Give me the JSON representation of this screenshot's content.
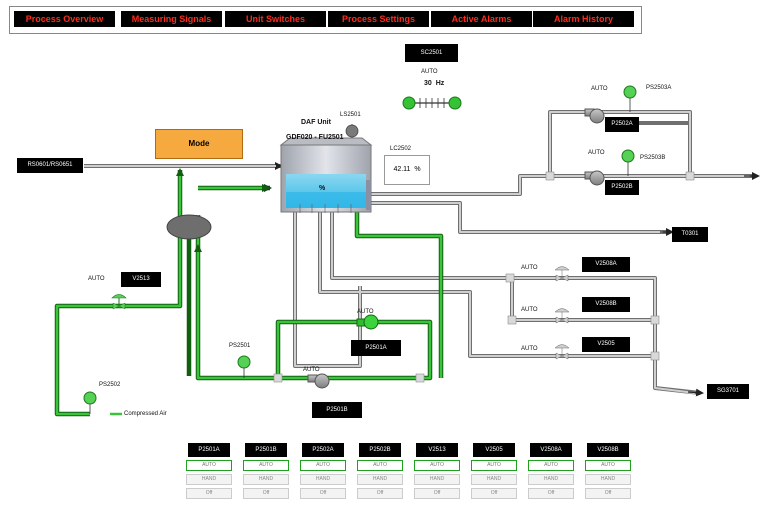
{
  "nav": {
    "items": [
      "Process Overview",
      "Measuring Signals",
      "Unit Switches",
      "Process Settings",
      "Active Alarms",
      "Alarm History"
    ]
  },
  "mode_label": "Mode",
  "unit": {
    "title_line1": "DAF Unit",
    "title_line2": "GDF020 - FU2501",
    "tank_value": "%"
  },
  "speed": {
    "tag": "SC2501",
    "mode": "AUTO",
    "value": "30",
    "unit": "Hz"
  },
  "level": {
    "switch_tag": "LS2501",
    "tag": "LC2502",
    "value": "42.11",
    "unit": "%"
  },
  "tags": {
    "rs": "RS0601/RS0651",
    "v2513": "V2513",
    "p2501a": "P2501A",
    "p2501b": "P2501B",
    "p2502a": "P2502A",
    "p2502b": "P2502B",
    "t0301": "T0301",
    "v2508a": "V2508A",
    "v2508b": "V2508B",
    "v2505": "V2505",
    "sg3701": "SG3701"
  },
  "labels": {
    "auto": "AUTO",
    "ps2501": "PS2501",
    "ps2502": "PS2502",
    "ps2503a": "PS2503A",
    "ps2503b": "PS2503B",
    "compressed_air": "Compressed Air"
  },
  "colors": {
    "active_line": "#1e8c1e",
    "inactive_line": "#8a8a8a",
    "alarm_text": "#ff2a1a",
    "mode_fill": "#f6a93e"
  },
  "switch_panels": [
    {
      "tag": "P2501A",
      "options": [
        "AUTO",
        "HAND",
        "Off"
      ],
      "selected": "AUTO"
    },
    {
      "tag": "P2501B",
      "options": [
        "AUTO",
        "HAND",
        "Off"
      ],
      "selected": "AUTO"
    },
    {
      "tag": "P2502A",
      "options": [
        "AUTO",
        "HAND",
        "Off"
      ],
      "selected": "AUTO"
    },
    {
      "tag": "P2502B",
      "options": [
        "AUTO",
        "HAND",
        "Off"
      ],
      "selected": "AUTO"
    },
    {
      "tag": "V2513",
      "options": [
        "AUTO",
        "HAND",
        "Off"
      ],
      "selected": "AUTO"
    },
    {
      "tag": "V2505",
      "options": [
        "AUTO",
        "HAND",
        "Off"
      ],
      "selected": "AUTO"
    },
    {
      "tag": "V2508A",
      "options": [
        "AUTO",
        "HAND",
        "Off"
      ],
      "selected": "AUTO"
    },
    {
      "tag": "V2508B",
      "options": [
        "AUTO",
        "HAND",
        "Off"
      ],
      "selected": "AUTO"
    }
  ]
}
